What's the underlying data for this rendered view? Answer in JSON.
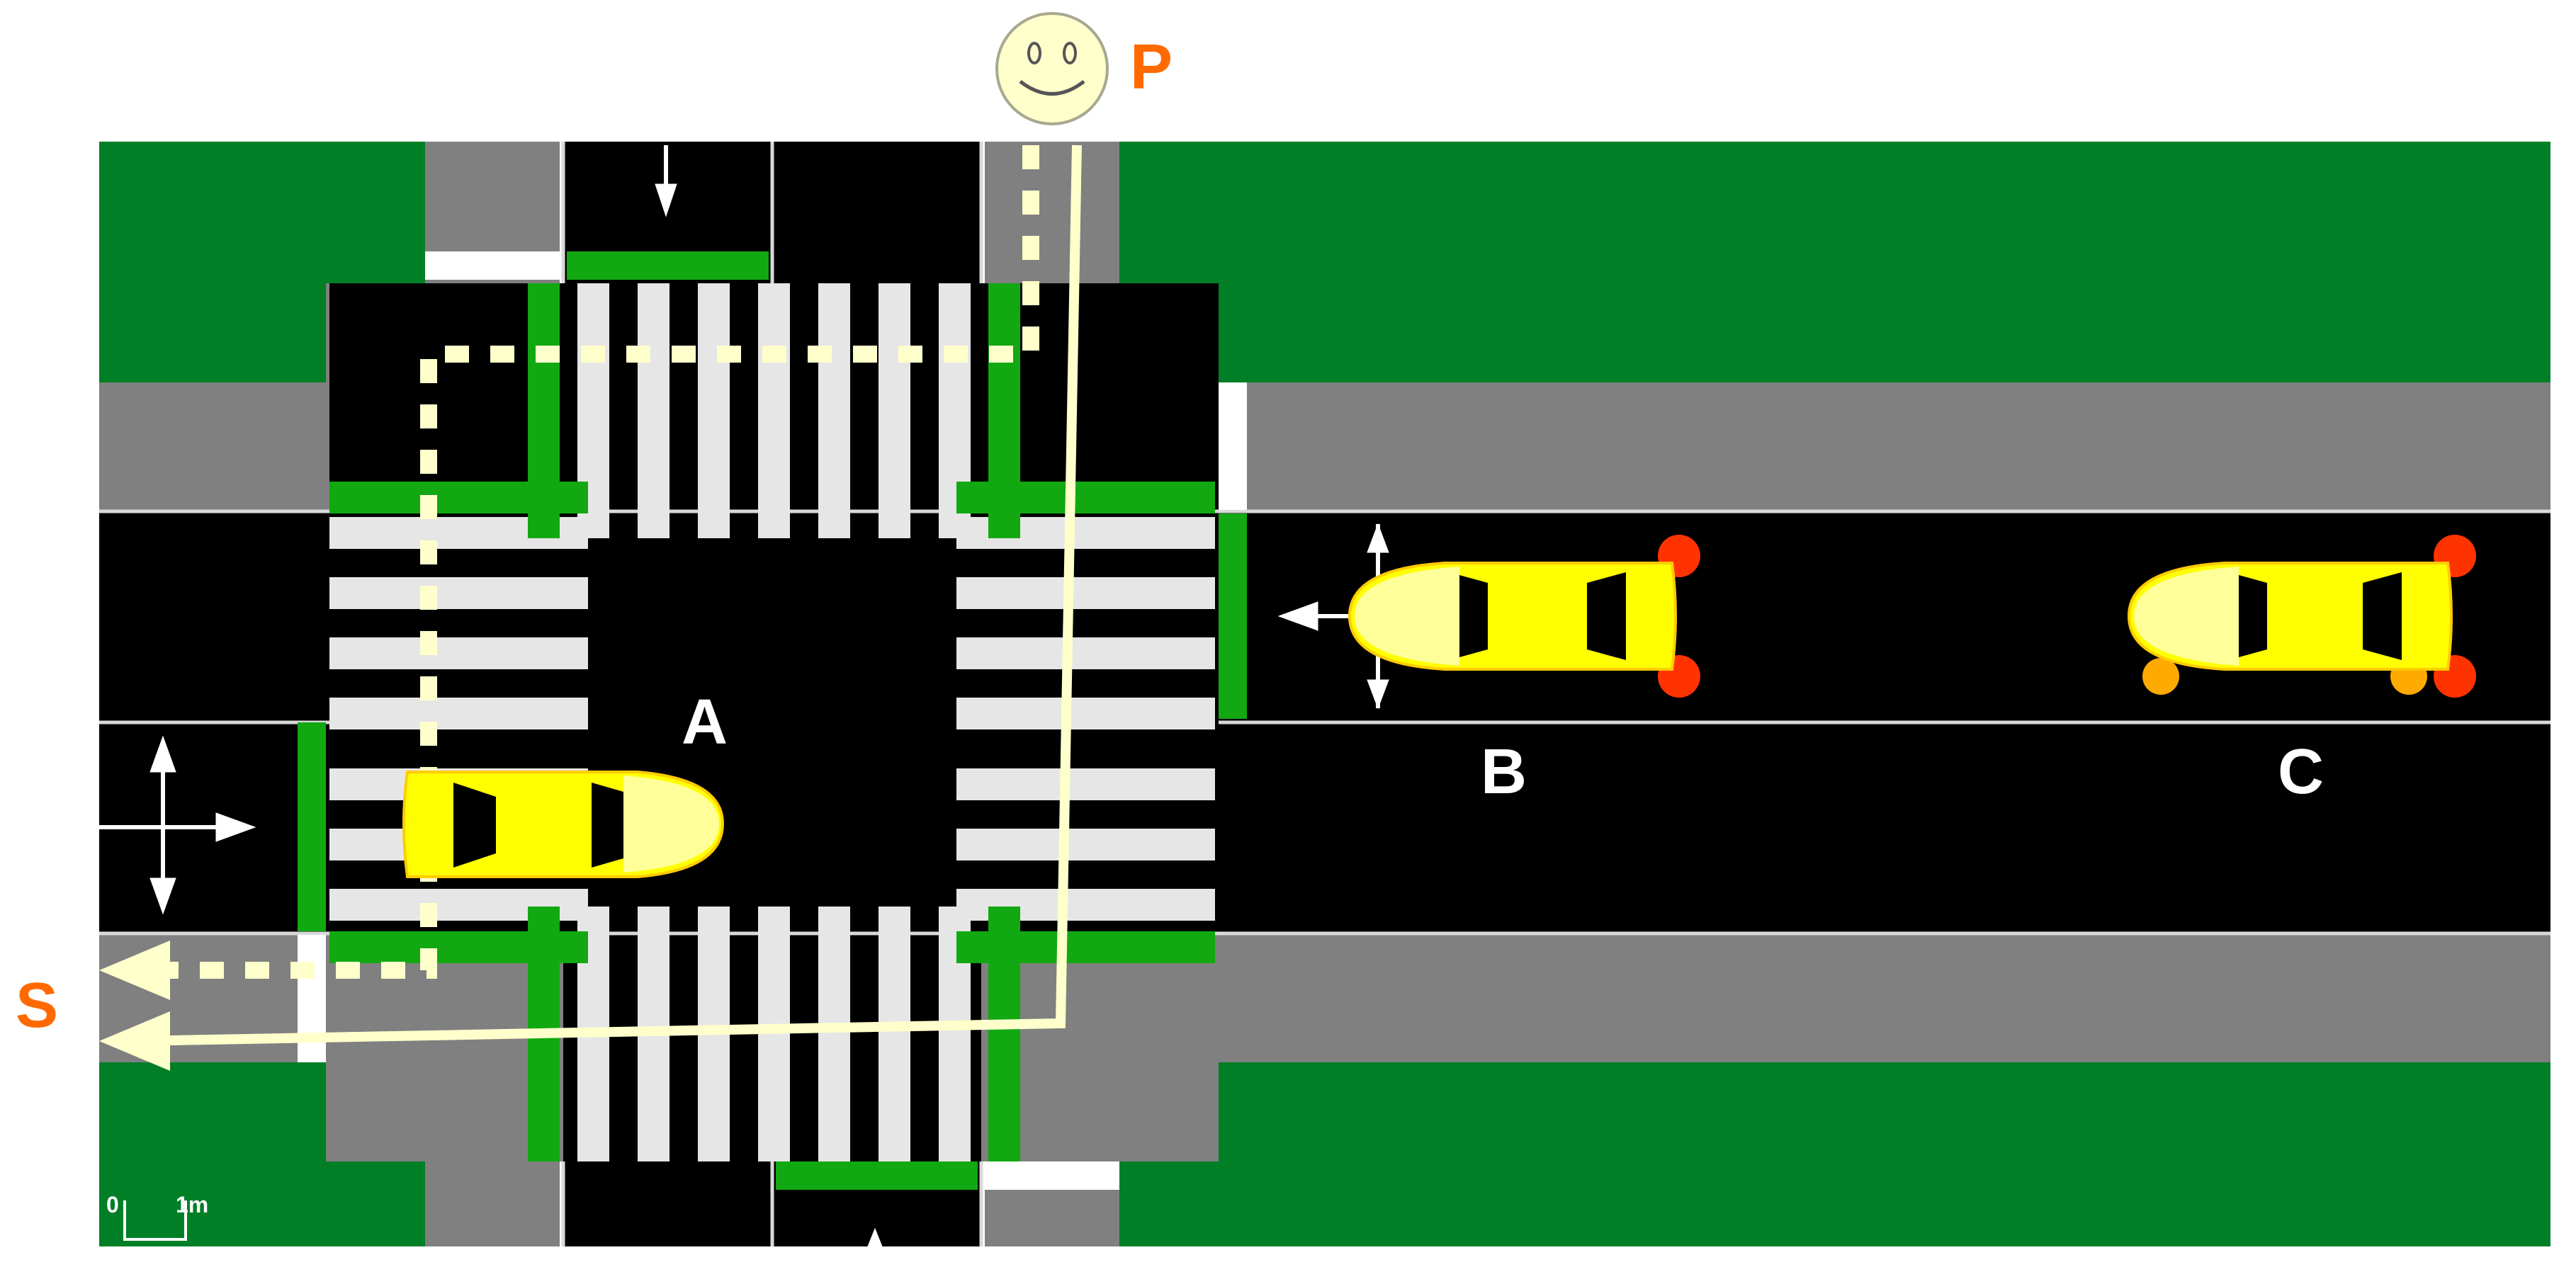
{
  "labels": {
    "pedestrian": "P",
    "destination": "S",
    "car_a": "A",
    "car_b": "B",
    "car_c": "C"
  },
  "scale_bar": {
    "zero": "0",
    "length": "1m"
  },
  "colors": {
    "background": "#ffffff",
    "grass": "#007f26",
    "sidewalk": "#808080",
    "road": "#000000",
    "crosswalk": "#e6e6e6",
    "signal_green": "#12a812",
    "car_body": "#ffff00",
    "car_light": "#ffff99",
    "brake_light": "#ff3300",
    "turn_signal": "#ffaa00",
    "path": "#ffffcc",
    "label_orange": "#ff6a00",
    "label_white": "#ffffff",
    "smiley_face": "#ffffcc"
  },
  "icons": [
    "smiley-face-icon",
    "direction-arrow-icon",
    "path-arrow-icon"
  ]
}
